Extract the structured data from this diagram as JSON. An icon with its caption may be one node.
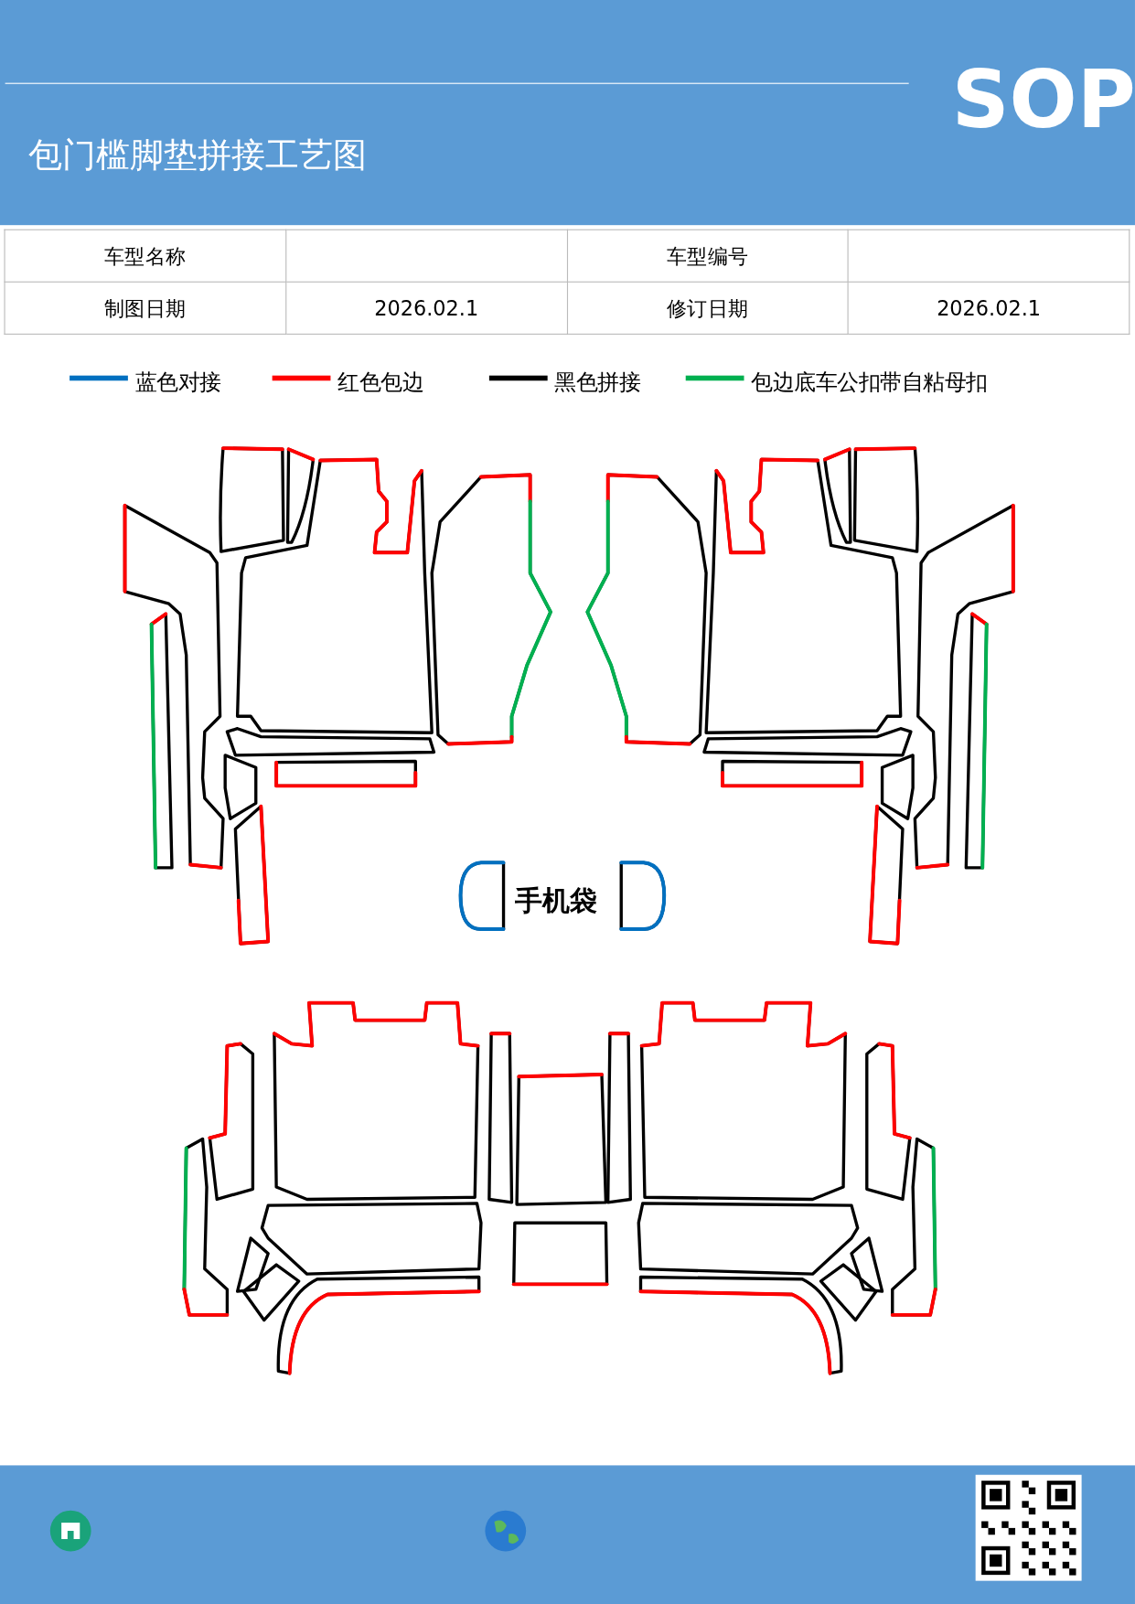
{
  "diagram": {
    "title": "包门槛脚垫拼接工艺图",
    "labels": [
      "SOP",
      "车型名称",
      "车型编号",
      "制图日期",
      "2026.02.1",
      "修订日期",
      "2026.02.1",
      "手机袋"
    ],
    "legend": [
      {
        "text": "蓝色对接",
        "color": "#0070c0"
      },
      {
        "text": "红色包边",
        "color": "#ff0000"
      },
      {
        "text": "黑色拼接",
        "color": "#000000"
      },
      {
        "text": "包边底车公扣带自粘母扣",
        "color": "#00b050"
      }
    ]
  }
}
